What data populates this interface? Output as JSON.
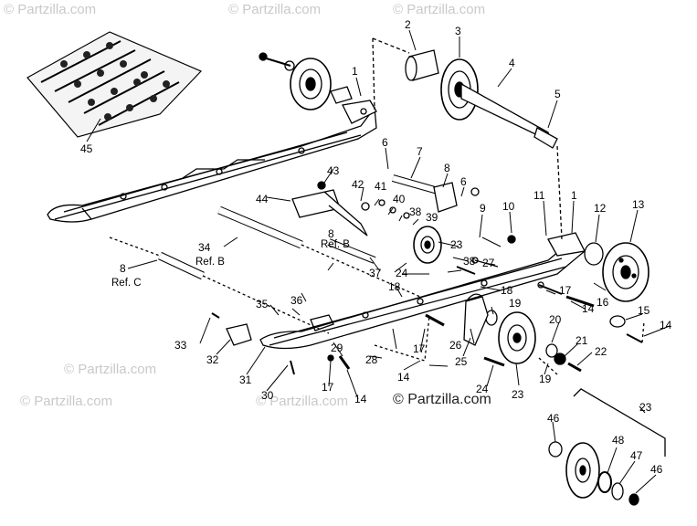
{
  "watermark": {
    "text": "© Partzilla.com",
    "color": "#c9c9c9",
    "center_color": "#222222"
  },
  "callouts": [
    "1",
    "2",
    "3",
    "4",
    "5",
    "6",
    "7",
    "8",
    "9",
    "10",
    "11",
    "12",
    "13",
    "14",
    "15",
    "16",
    "17",
    "18",
    "19",
    "20",
    "21",
    "22",
    "23",
    "24",
    "25",
    "26",
    "27",
    "28",
    "29",
    "30",
    "31",
    "32",
    "33",
    "34",
    "35",
    "36",
    "37",
    "38",
    "39",
    "40",
    "41",
    "42",
    "43",
    "44",
    "45",
    "46",
    "47",
    "48"
  ],
  "references": {
    "ref_b_34": "Ref. B",
    "ref_b_8": "Ref. B",
    "ref_c_8": "Ref. C"
  },
  "line_color": "#000000"
}
